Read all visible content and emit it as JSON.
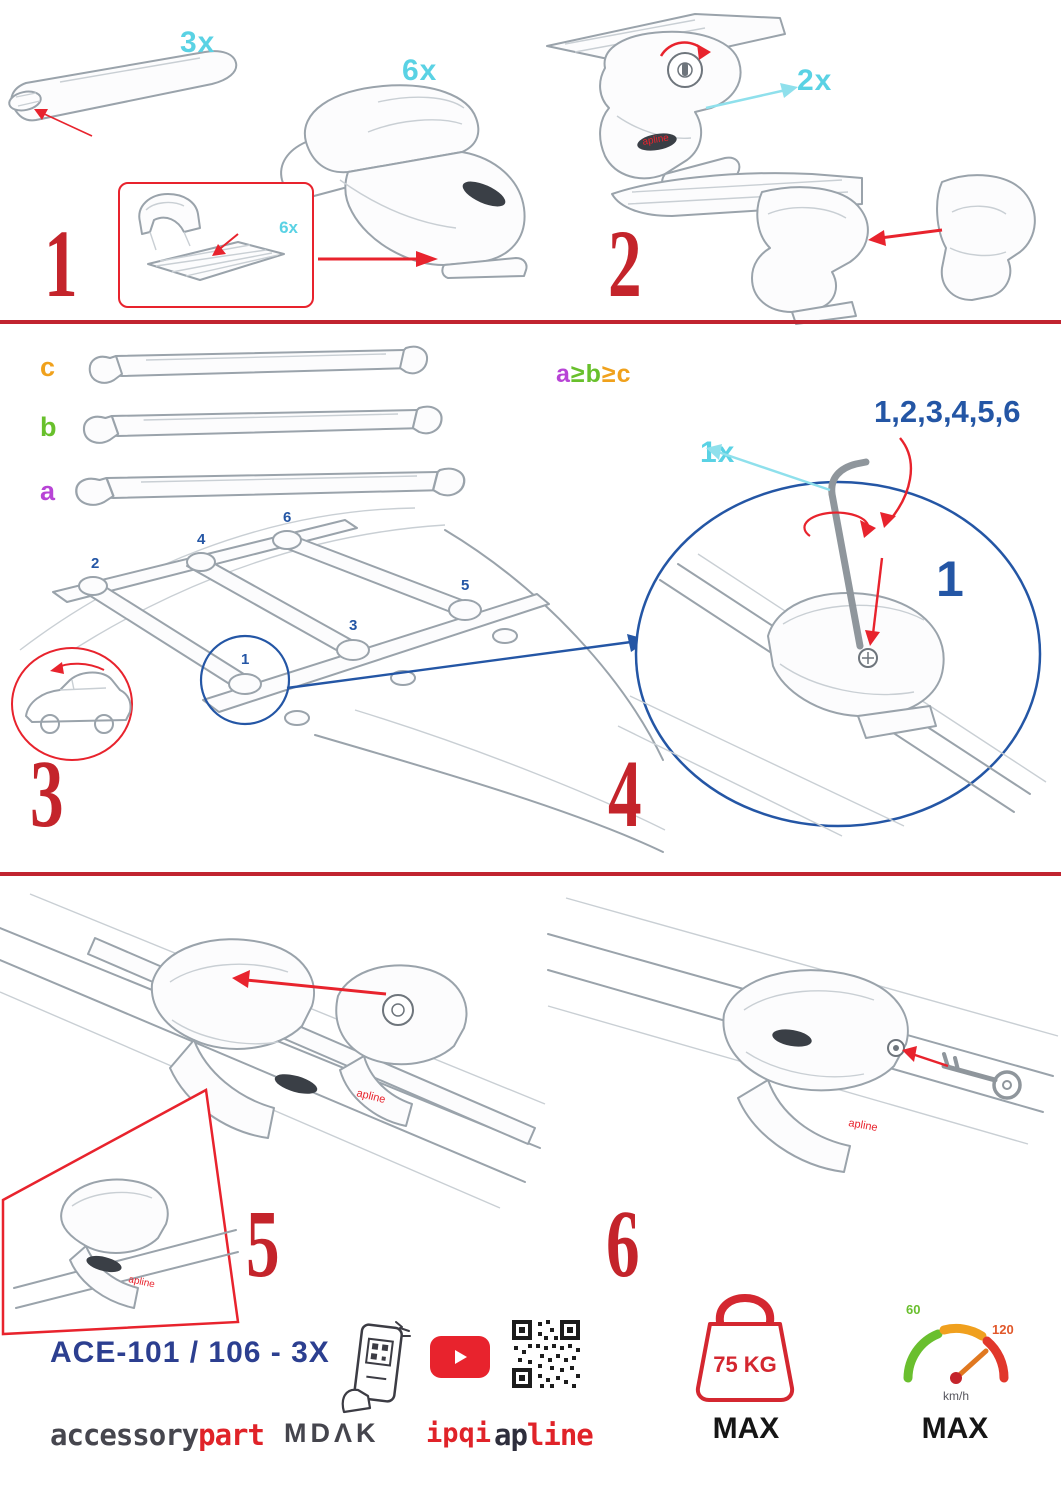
{
  "steps": {
    "s1": {
      "label": "1",
      "bar_qty": "3x",
      "foot_qty": "6x",
      "pad_qty": "6x"
    },
    "s2": {
      "label": "2",
      "lock_qty": "2x"
    },
    "s3": {
      "label": "3",
      "size_c": "c",
      "size_b": "b",
      "size_a": "a",
      "formula": {
        "a": "a",
        "ge1": "≥",
        "b": "b",
        "ge2": "≥",
        "c": "c"
      },
      "positions": [
        "1",
        "2",
        "3",
        "4",
        "5",
        "6"
      ]
    },
    "s4": {
      "label": "4",
      "sequence": "1,2,3,4,5,6",
      "tool_qty": "1x",
      "first_pos": "1"
    },
    "s5": {
      "label": "5"
    },
    "s6": {
      "label": "6"
    }
  },
  "footer": {
    "model": "ACE-101 / 106 - 3X",
    "brand": {
      "accessory": "accessory",
      "part": "part"
    },
    "mdak": "MDΛK",
    "ipqi": "ipqi",
    "apline": {
      "ap": "ap",
      "line": "line"
    },
    "weight": {
      "value": "75 KG",
      "max": "MAX"
    },
    "speed": {
      "low": "60",
      "high": "120",
      "unit": "km/h",
      "max": "MAX"
    }
  },
  "foot_brand": "apline",
  "colors": {
    "cyan": "#5ad2e4",
    "step_red": "#c4242b",
    "arrow_red": "#e8232d",
    "blue": "#2456a5",
    "orange": "#f0a11c",
    "green": "#68c02c",
    "purple": "#b844d6",
    "navy": "#2c3f90"
  }
}
